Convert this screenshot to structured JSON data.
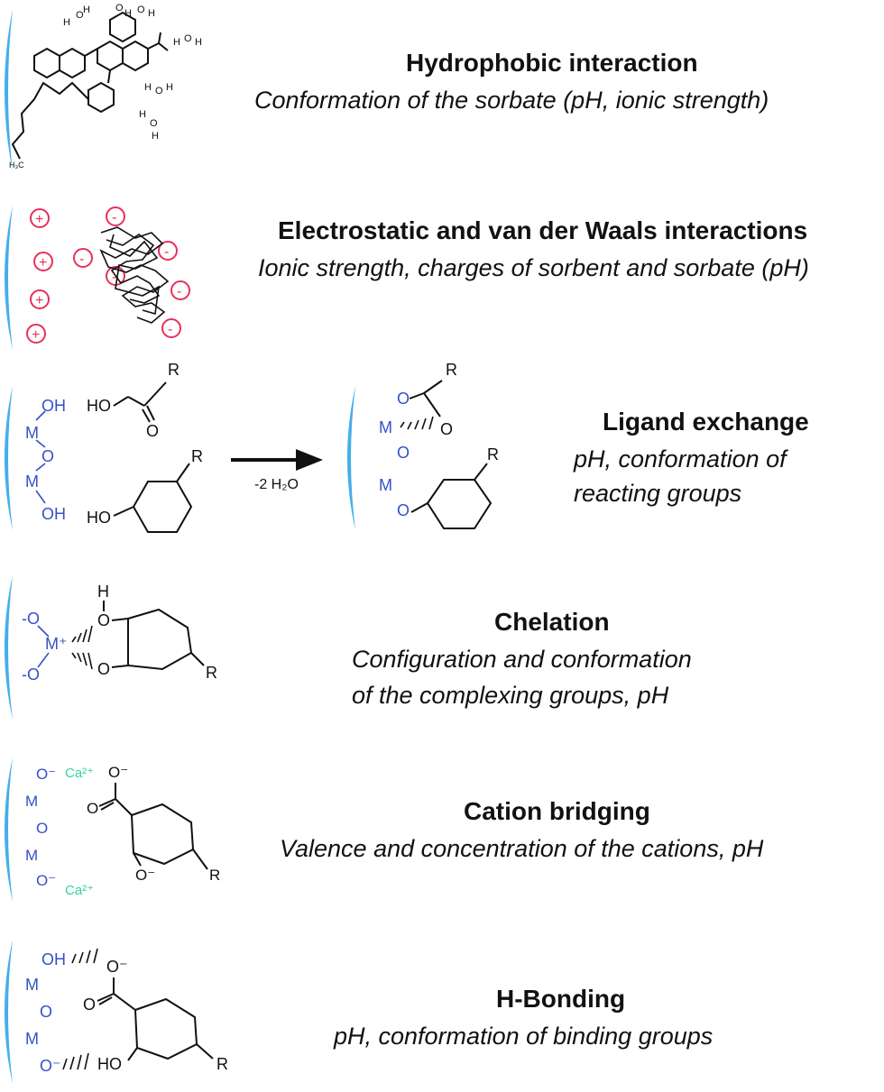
{
  "colors": {
    "surface": "#45aee8",
    "metal": "#3550c8",
    "charge": "#e8305a",
    "calcium": "#39d39a",
    "text": "#111111"
  },
  "panels": [
    {
      "title": "Hydrophobic interaction",
      "subtitle": [
        "Conformation of the sorbate (pH, ionic strength)"
      ],
      "labels": {
        "water": "H",
        "water_o": "O",
        "methyl": "H₃C"
      }
    },
    {
      "title": "Electrostatic and van der Waals interactions",
      "subtitle": [
        "Ionic strength, charges of sorbent and sorbate (pH)"
      ],
      "labels": {
        "plus": "+",
        "minus": "-"
      }
    },
    {
      "title": "Ligand exchange",
      "subtitle": [
        "pH, conformation of",
        "reacting groups"
      ],
      "labels": {
        "oh": "OH",
        "ho": "HO",
        "m": "M",
        "o": "O",
        "r": "R",
        "arrow": "-2 H₂O"
      }
    },
    {
      "title": "Chelation",
      "subtitle": [
        "Configuration and conformation",
        "of the complexing groups, pH"
      ],
      "labels": {
        "o_minus": "-O",
        "m_plus": "M⁺",
        "h": "H",
        "o": "O",
        "r": "R"
      }
    },
    {
      "title": "Cation bridging",
      "subtitle": [
        "Valence and concentration of the cations, pH"
      ],
      "labels": {
        "o_neg": "O⁻",
        "m": "M",
        "o": "O",
        "ca": "Ca²⁺",
        "r": "R"
      }
    },
    {
      "title": "H-Bonding",
      "subtitle": [
        "pH, conformation of binding groups"
      ],
      "labels": {
        "oh": "OH",
        "ho": "HO",
        "m": "M",
        "o": "O",
        "o_neg": "O⁻",
        "r": "R"
      }
    }
  ]
}
